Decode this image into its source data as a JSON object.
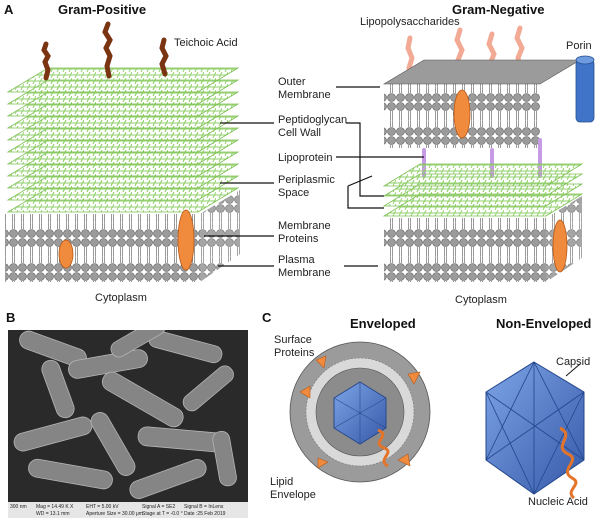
{
  "panels": {
    "a": {
      "letter": "A",
      "gram_positive_title": "Gram-Positive",
      "gram_negative_title": "Gram-Negative",
      "labels": {
        "teichoic_acid": "Teichoic Acid",
        "lipopolysaccharides": "Lipopolysaccharides",
        "porin": "Porin",
        "outer_membrane_1": "Outer",
        "outer_membrane_2": "Membrane",
        "peptidoglycan_1": "Peptidoglycan",
        "peptidoglycan_2": "Cell Wall",
        "lipoprotein": "Lipoprotein",
        "periplasmic_1": "Periplasmic",
        "periplasmic_2": "Space",
        "membrane_proteins_1": "Membrane",
        "membrane_proteins_2": "Proteins",
        "plasma_membrane_1": "Plasma",
        "plasma_membrane_2": "Membrane",
        "cytoplasm_left": "Cytoplasm",
        "cytoplasm_right": "Cytoplasm"
      }
    },
    "b": {
      "letter": "B",
      "sem_footer": {
        "scale": "300 nm",
        "mag": "Mag = 14.49 K X",
        "wd": "WD = 13.1 mm",
        "eht": "EHT = 5.00 kV",
        "aperture": "Aperture Size = 30.00 μm",
        "signal_a": "Signal A = SE2",
        "stage": "Stage at T = -0.0 °",
        "signal_b": "Signal B = InLens",
        "date": "Date :25 Feb 2019"
      }
    },
    "c": {
      "letter": "C",
      "enveloped_title": "Enveloped",
      "non_enveloped_title": "Non-Enveloped",
      "labels": {
        "surface_proteins_1": "Surface",
        "surface_proteins_2": "Proteins",
        "lipid_envelope_1": "Lipid",
        "lipid_envelope_2": "Envelope",
        "capsid": "Capsid",
        "nucleic_acid": "Nucleic Acid"
      }
    }
  },
  "colors": {
    "peptidoglycan": "#9ed37a",
    "teichoic": "#7a3412",
    "lps": "#f2aa94",
    "lipid_head": "#9b9b9b",
    "membrane_protein": "#f08a3c",
    "porin": "#3f74c8",
    "lipoprotein": "#c79be3",
    "capsid": "#4a78d0"
  }
}
